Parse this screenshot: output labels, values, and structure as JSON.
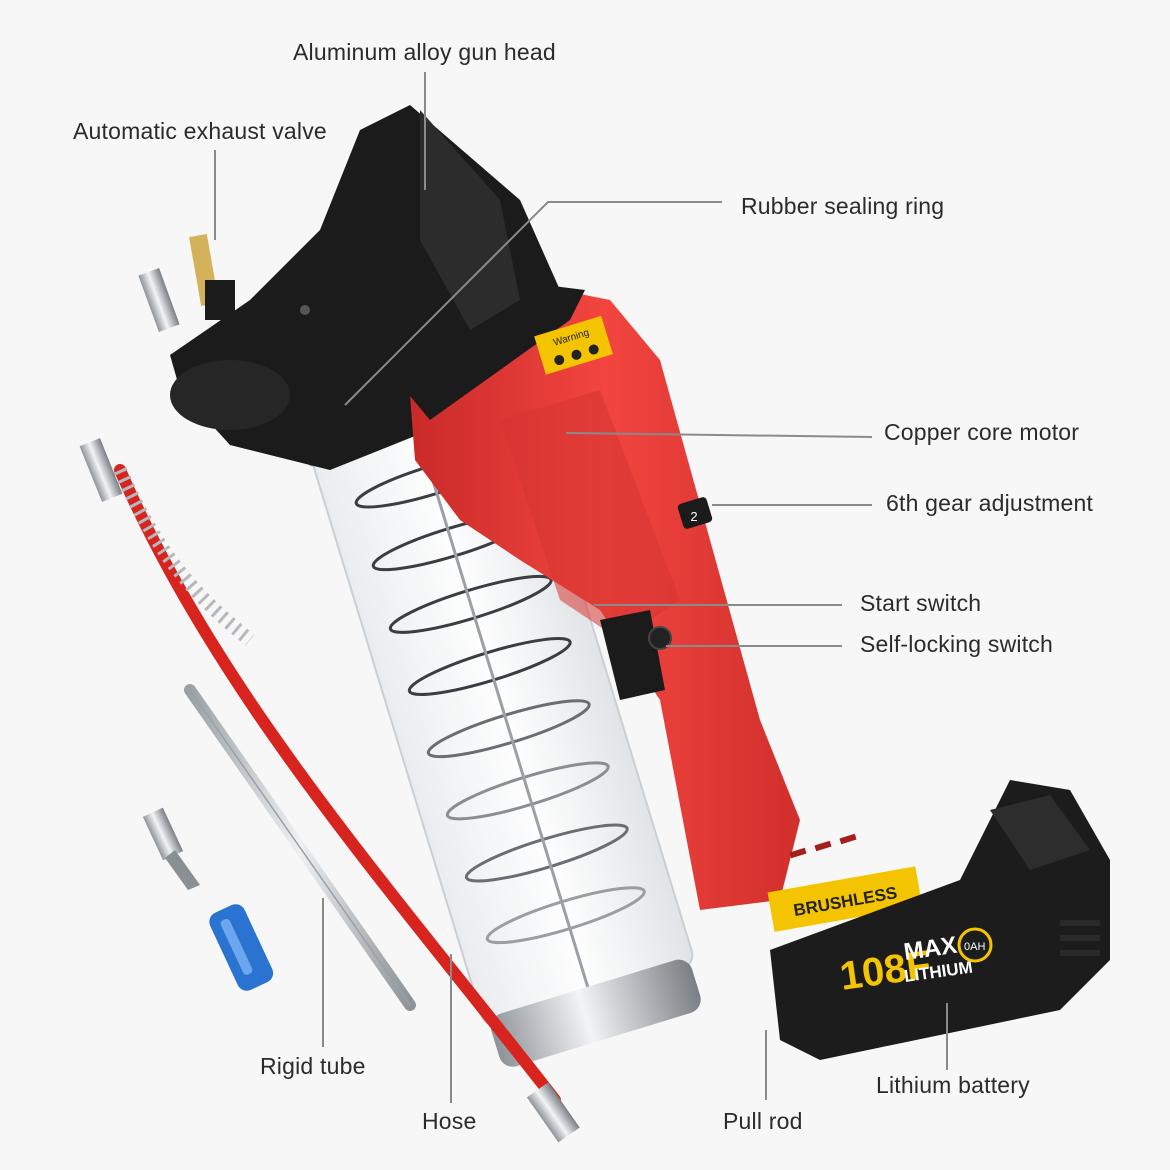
{
  "labels": {
    "gun_head": "Aluminum alloy gun head",
    "exhaust_valve": "Automatic exhaust valve",
    "sealing_ring": "Rubber sealing ring",
    "motor": "Copper core motor",
    "gear": "6th gear adjustment",
    "start_switch": "Start switch",
    "lock_switch": "Self-locking switch",
    "rigid_tube": "Rigid tube",
    "hose": "Hose",
    "pull_rod": "Pull rod",
    "battery": "Lithium battery"
  },
  "product_text": {
    "warning": "Warning",
    "brushless": "BRUSHLESS",
    "battery_model": "108F",
    "battery_max": "MAX",
    "battery_lithium": "LITHIUM",
    "battery_capacity": "0AH",
    "gear_number": "2"
  },
  "colors": {
    "background": "#f7f7f7",
    "body_red": "#ee3b38",
    "head_black": "#1b1b1b",
    "hose_red": "#d8241f",
    "badge_yellow": "#f5c400",
    "coupler_blue": "#2a73d1"
  }
}
